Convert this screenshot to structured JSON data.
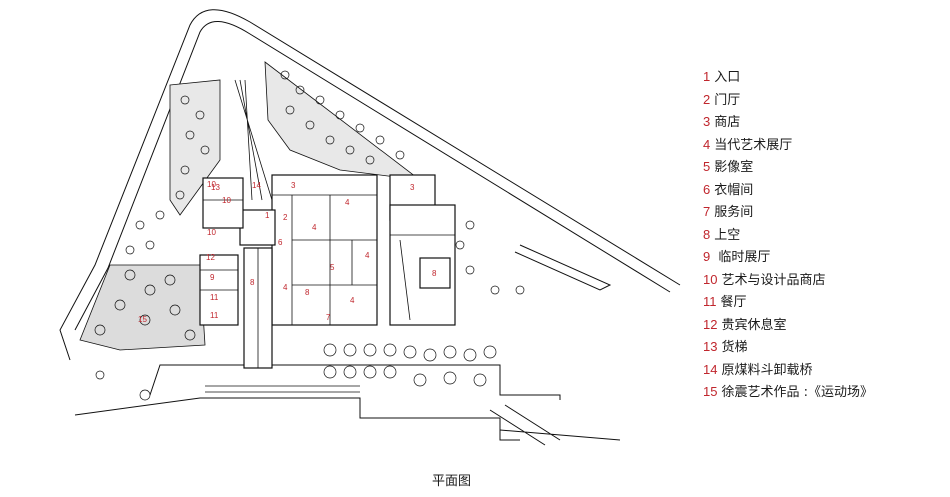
{
  "caption": "平面图",
  "legend": [
    {
      "num": "1",
      "label": "入口"
    },
    {
      "num": "2",
      "label": "门厅"
    },
    {
      "num": "3",
      "label": "商店"
    },
    {
      "num": "4",
      "label": "当代艺术展厅"
    },
    {
      "num": "5",
      "label": "影像室"
    },
    {
      "num": "6",
      "label": "衣帽间"
    },
    {
      "num": "7",
      "label": "服务间"
    },
    {
      "num": "8",
      "label": "上空"
    },
    {
      "num": "9",
      "label": " 临时展厅"
    },
    {
      "num": "10",
      "label": "艺术与设计品商店"
    },
    {
      "num": "11",
      "label": "餐厅"
    },
    {
      "num": "12",
      "label": "贵宾休息室"
    },
    {
      "num": "13",
      "label": "货梯"
    },
    {
      "num": "14",
      "label": "原煤料斗卸载桥"
    },
    {
      "num": "15",
      "label": "徐震艺术作品 :《运动场》"
    }
  ],
  "plan_labels": [
    "1",
    "2",
    "3",
    "4",
    "4",
    "4",
    "4",
    "4",
    "5",
    "6",
    "7",
    "8",
    "8",
    "9",
    "10",
    "10",
    "10",
    "11",
    "11",
    "12",
    "13",
    "14",
    "15",
    "8",
    "3"
  ],
  "colors": {
    "ink": "#111111",
    "accent": "#c0262d",
    "paper": "#ffffff"
  }
}
